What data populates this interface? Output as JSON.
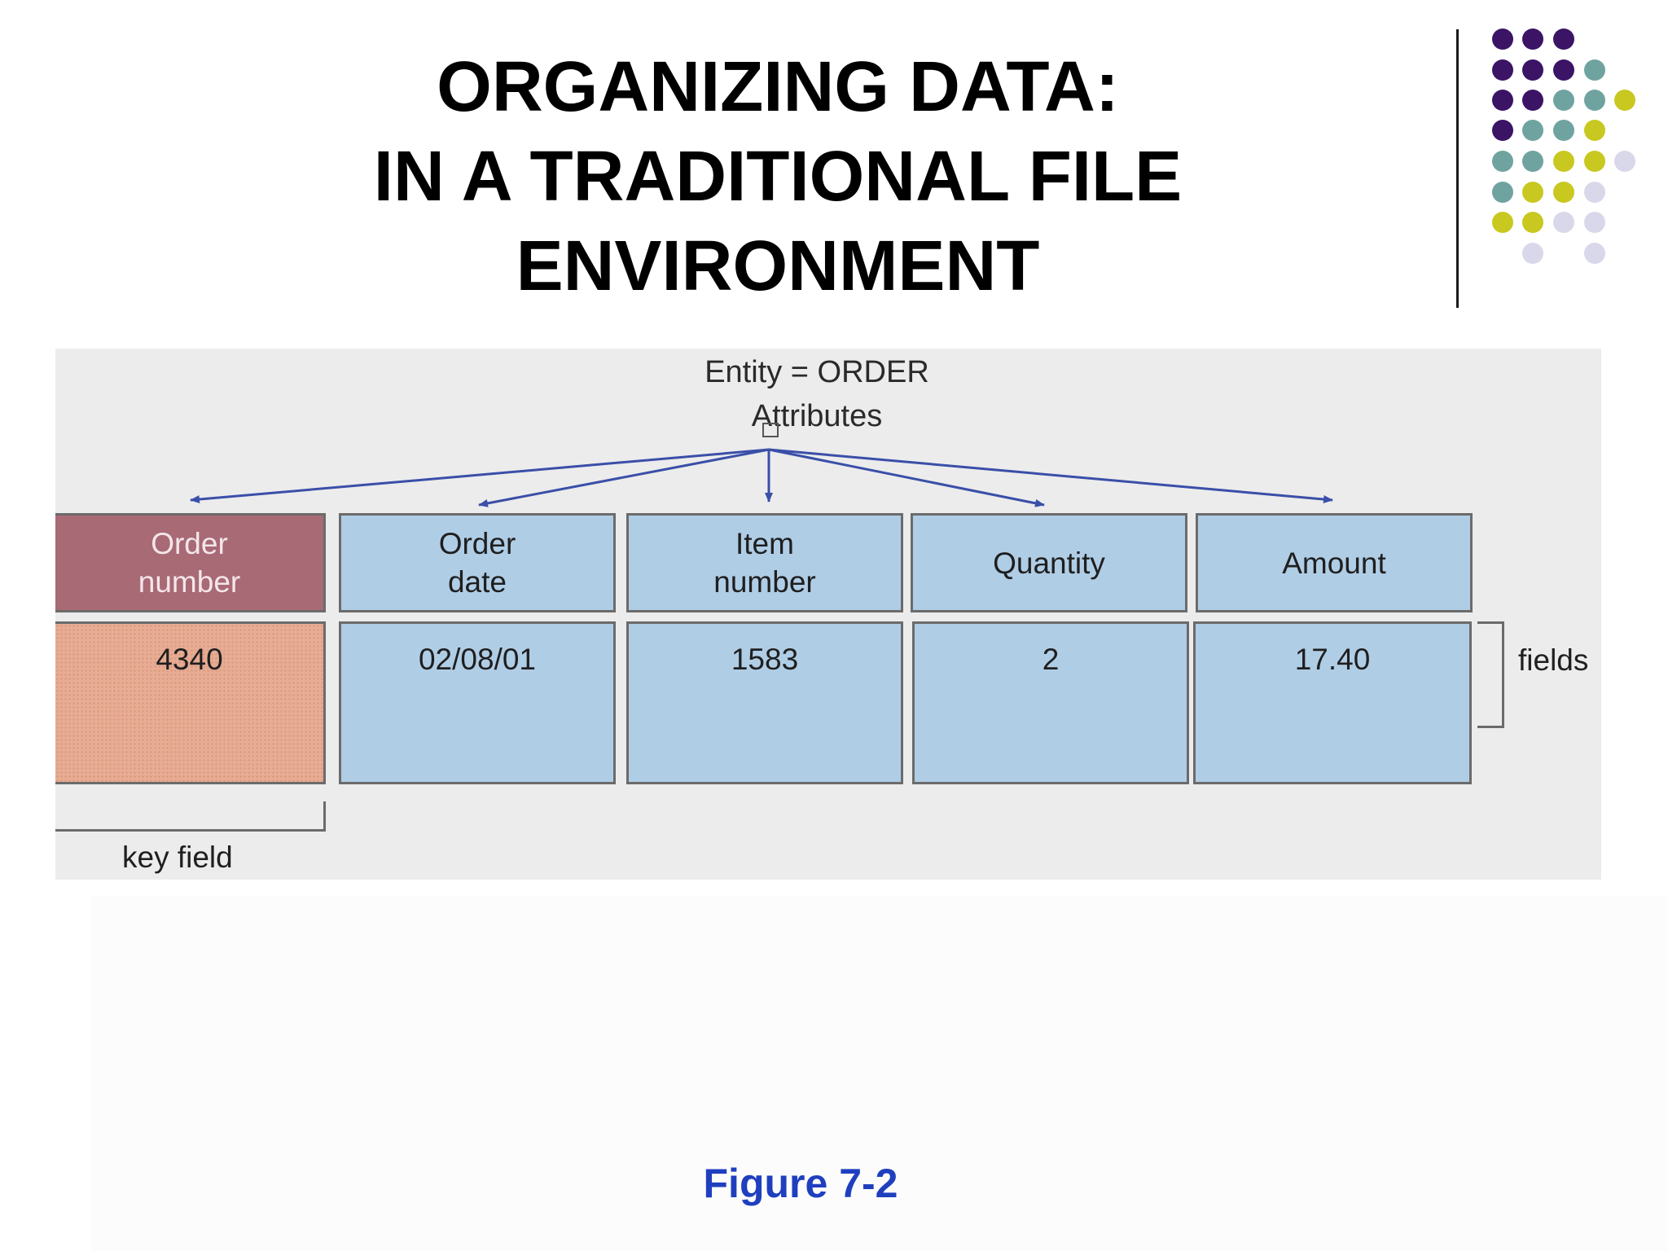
{
  "slide": {
    "title_lines": [
      "ORGANIZING DATA:",
      "IN A TRADITIONAL FILE",
      "ENVIRONMENT"
    ],
    "caption": "Figure 7-2"
  },
  "decoration": {
    "dot_colors": {
      "purple": "#3b1466",
      "teal": "#6fa3a0",
      "yellow": "#c8c820",
      "lavender": "#d9d8ea"
    }
  },
  "diagram": {
    "entity_label": "Entity = ORDER",
    "attributes_label": "Attributes",
    "arrow_color": "#3a4fa8",
    "fields": [
      {
        "header": "Order\nnumber",
        "value": "4340",
        "key": true
      },
      {
        "header": "Order\ndate",
        "value": "02/08/01",
        "key": false
      },
      {
        "header": "Item\nnumber",
        "value": "1583",
        "key": false
      },
      {
        "header": "Quantity",
        "value": "2",
        "key": false
      },
      {
        "header": "Amount",
        "value": "17.40",
        "key": false
      }
    ],
    "key_field_label": "key field",
    "fields_label": "fields"
  }
}
